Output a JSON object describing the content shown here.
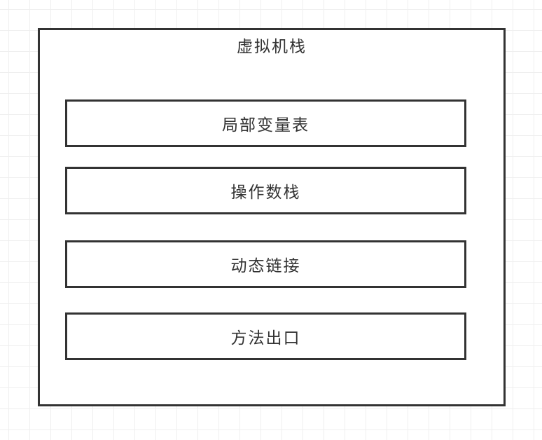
{
  "diagram": {
    "title": "虚拟机栈",
    "boxes": [
      {
        "label": "局部变量表"
      },
      {
        "label": "操作数栈"
      },
      {
        "label": "动态链接"
      },
      {
        "label": "方法出口"
      }
    ],
    "colors": {
      "stroke": "#333333",
      "shape_fill": "#ffffff",
      "grid_line": "#efefef",
      "background": "#ffffff"
    }
  }
}
